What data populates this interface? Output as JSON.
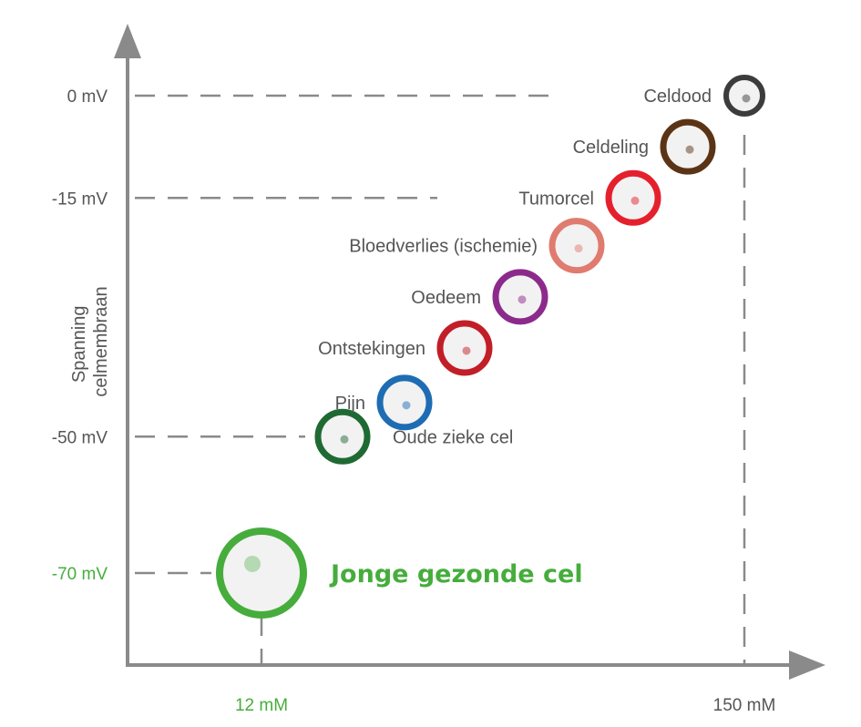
{
  "chart_data": {
    "type": "scatter",
    "title": "",
    "xlabel": "",
    "ylabel": [
      "Spanning",
      "celmembraan"
    ],
    "x_ticks": [
      {
        "value": 12,
        "label": "12 mM",
        "color": "#46ad3c"
      },
      {
        "value": 150,
        "label": "150 mM",
        "color": "#555555"
      }
    ],
    "y_ticks": [
      {
        "value": 0,
        "label": "0 mV",
        "color": "#555555"
      },
      {
        "value": -15,
        "label": "-15 mV",
        "color": "#555555"
      },
      {
        "value": -50,
        "label": "-50 mV",
        "color": "#555555"
      },
      {
        "value": -70,
        "label": "-70 mV",
        "color": "#46ad3c"
      }
    ],
    "points": [
      {
        "label": "Jonge gezonde cel",
        "mV": -70,
        "color": "#46ad3c",
        "highlight": true,
        "label_side": "right"
      },
      {
        "label": "Oude zieke cel",
        "mV": -50,
        "color": "#1f6a33",
        "label_side": "right"
      },
      {
        "label": "Pijn",
        "mV": -45,
        "color": "#1e6db4",
        "label_side": "left"
      },
      {
        "label": "Ontstekingen",
        "mV": -37,
        "color": "#c21e28",
        "label_side": "left"
      },
      {
        "label": "Oedeem",
        "mV": -29.5,
        "color": "#8c2a8c",
        "label_side": "left"
      },
      {
        "label": "Bloedverlies (ischemie)",
        "mV": -22,
        "color": "#e07b70",
        "label_side": "left"
      },
      {
        "label": "Tumorcel",
        "mV": -15,
        "color": "#e5202d",
        "label_side": "left"
      },
      {
        "label": "Celdeling",
        "mV": -7.5,
        "color": "#5b3416",
        "label_side": "left"
      },
      {
        "label": "Celdood",
        "mV": 0,
        "color": "#3c3c3c",
        "label_side": "left"
      }
    ]
  }
}
